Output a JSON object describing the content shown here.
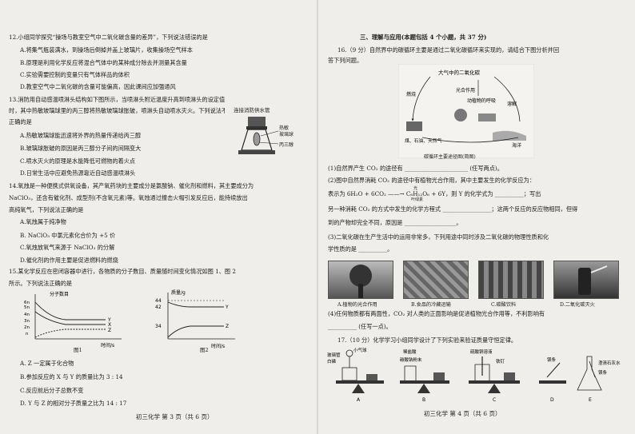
{
  "left": {
    "q12": {
      "stem": "12.小组同学探究“操场与教室空气中二氧化碳含量的差异”，下列说法错误的是",
      "options": [
        "A.将集气瓶装满水，到操场后倒掉并盖上玻璃片，收集操场空气样本",
        "B.原理是利用化学反应将混合气体中的某种成分除去并测量其含量",
        "C.实验需要控制的变量只有气体样品的体积",
        "D.教室空气中二氧化碳的含量可能偏高，因此课间应加强通风"
      ]
    },
    "q13": {
      "stem_lines": [
        "13.消防用自动感温喷淋头结构如下图所示，当喷淋头附近温度升高到喷淋头的设定值",
        "时，其中热敏玻璃球里的丙三醇将热敏玻璃球胀破，喷淋头自动喷水灭火。下列说法不",
        "正确的是"
      ],
      "figure_title": "连接消防供水管",
      "figure_labels": [
        "热敏",
        "玻璃球",
        "丙三醇"
      ],
      "options": [
        "A.热敏玻璃球能迅速将外界的热量传递给丙三醇",
        "B.玻璃球胀破的原因是丙三醇分子间的间隔变大",
        "C.喷水灭火的原理是水能降低可燃物的着火点",
        "D.日常生活中应避免热源靠近自动感温喷淋头"
      ]
    },
    "q14": {
      "stem_lines": [
        "14.氧烛是一种便携式供氧设备，其产氧药块的主要成分是氯酸钠、催化剂和燃料，其主要成分为",
        "NaClO₃，还含有催化剂、成型剂(不含氧元素)等。氧烛通过撞击火帽引发反应后，能持续放出",
        "高纯氧气，下列说法正确的是"
      ],
      "options": [
        "A.氧烛属于纯净物",
        "B. NaClO₃ 中氯元素化合价为 +5 价",
        "C.氧烛放氧气来源于 NaClO₃ 的分解",
        "D.催化剂的作用主要是促进燃料的燃烧"
      ]
    },
    "q15": {
      "stem_lines": [
        "15.某化学反应在密闭容器中进行，各物质的分子数目、质量随时间变化情况如图 1、图 2",
        "所示。下列说法正确的是"
      ],
      "chart1": {
        "ylabel": "分子数目",
        "xlabel": "时间/s",
        "caption": "图1",
        "yticks": [
          "6n",
          "5n",
          "4n",
          "3n",
          "2n",
          "n"
        ],
        "series_labels": [
          "Y",
          "X",
          "Z"
        ]
      },
      "chart2": {
        "ylabel": "质量/g",
        "xlabel": "时间/s",
        "caption": "图2",
        "yticks": [
          "44",
          "42",
          "34"
        ],
        "series_labels": [
          "Y",
          "Z"
        ]
      },
      "options": [
        "A. Z 一定属于化合物",
        "B.参加反应的 X 与 Y 的质量比为 3 : 14",
        "C.反应前后分子总数不变",
        "D. Y 与 Z 的相对分子质量之比为 14 : 17"
      ]
    },
    "footer": "初三化学  第 3 页（共 6 页）"
  },
  "right": {
    "section": "三、理解与应用(本题包括 4 个小题，共 37 分)",
    "q16": {
      "stem_lines": [
        "16.（9 分）自然界中的碳循环主要是通过二氧化碳循环来实现的，请结合下图分析并回",
        "答下列问题。"
      ],
      "diagram": {
        "top": "大气中的二氧化碳",
        "labels": [
          "燃烧",
          "光合作用",
          "动植物的呼吸",
          "溶解",
          "煤、石油、天然气",
          "海洋"
        ],
        "caption": "碳循环主要途径图(简图)"
      },
      "sub1": "(1)自然界产生 CO₂ 的途径有 ______________________ (任写两点)。",
      "sub2_lines": [
        "(2)图中自然界消耗 CO₂ 的途径中有植物光合作用，其中主要发生的化学反应为：",
        "表示为 6H₂O + 6CO₂ ——→ C₆H₁₂O₆ + 6Y，则 Y 的化学式为 __________；写出",
        "另一种消耗 CO₂ 的方式中发生的化学方程式 _________________；这两个反应的反应物相同，但得",
        "到的产物却完全不同，原因是 __________________。"
      ],
      "eq_condition_top": "光",
      "eq_condition_bottom": "叶绿素",
      "sub3_lines": [
        "(3)二氧化碳在生产生活中的运用非常多，下列用途中同时涉及二氧化碳的物理性质和化",
        "学性质的是 __________。"
      ],
      "photos": [
        {
          "caption": "A.植物的光合作用"
        },
        {
          "caption": "B.食品的冷藏运输"
        },
        {
          "caption": "C.碳酸饮料"
        },
        {
          "caption": "D.二氧化碳灭火"
        }
      ],
      "sub4_lines": [
        "(4)任何物质都有两面性，CO₂ 对人类的正面影响是促进植物光合作用等，不利影响有",
        "__________ (任写一点)。"
      ]
    },
    "q17": {
      "stem": "17.（10 分）化学学习小组同学设计了下列实验来验证质量守恒定律。",
      "apparatus": [
        {
          "letter": "A",
          "labels": [
            "玻璃管",
            "小气球",
            "白磷"
          ]
        },
        {
          "letter": "B",
          "labels": [
            "稀盐酸",
            "碳酸钠粉末"
          ]
        },
        {
          "letter": "C",
          "labels": [
            "硫酸铜溶液",
            "铁钉"
          ]
        },
        {
          "letter": "D",
          "labels": [
            "镁条"
          ]
        },
        {
          "letter": "E",
          "labels": [
            "澄清石灰水",
            "镁条"
          ]
        }
      ]
    },
    "footer": "初三化学  第 4 页（共 6 页）"
  },
  "colors": {
    "paper": "#efeeea",
    "ink": "#1c1c1c"
  }
}
